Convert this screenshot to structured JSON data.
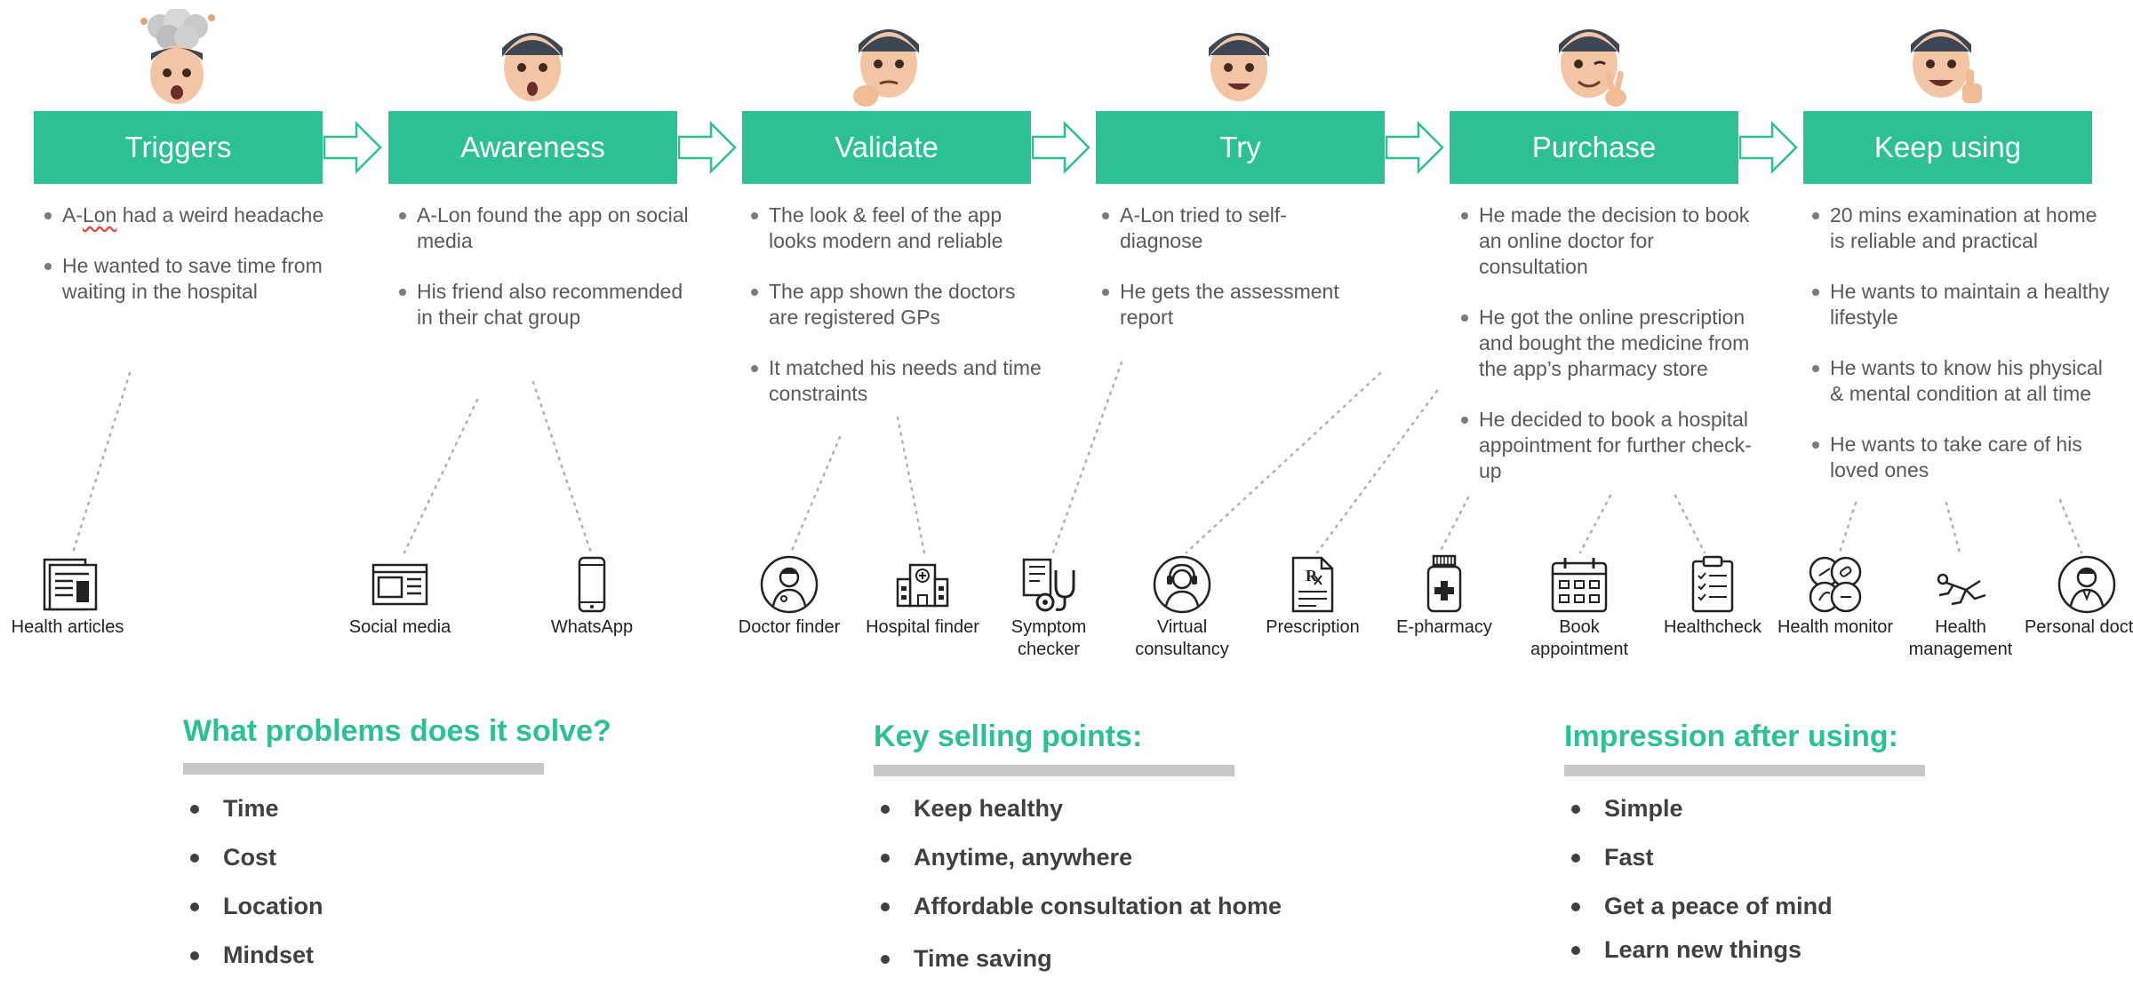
{
  "stages": [
    {
      "title": "Triggers",
      "bullets": [
        {
          "pre": "A-",
          "squiggle": "Lon",
          "post": " had a weird headache"
        },
        {
          "pre": "He wanted to save time from waiting in the hospital",
          "squiggle": "",
          "post": ""
        }
      ]
    },
    {
      "title": "Awareness",
      "bullets": [
        {
          "pre": "A-Lon found the app on social media",
          "squiggle": "",
          "post": ""
        },
        {
          "pre": "His friend also recommended in their chat group",
          "squiggle": "",
          "post": ""
        }
      ]
    },
    {
      "title": "Validate",
      "bullets": [
        {
          "pre": "The look & feel of the app looks modern and reliable",
          "squiggle": "",
          "post": ""
        },
        {
          "pre": "The app shown the doctors are registered GPs",
          "squiggle": "",
          "post": ""
        },
        {
          "pre": "It matched his needs and time constraints",
          "squiggle": "",
          "post": ""
        }
      ]
    },
    {
      "title": "Try",
      "bullets": [
        {
          "pre": "A-Lon tried to self-diagnose",
          "squiggle": "",
          "post": ""
        },
        {
          "pre": "He gets the assessment report",
          "squiggle": "",
          "post": ""
        }
      ]
    },
    {
      "title": "Purchase",
      "bullets": [
        {
          "pre": "He made the decision to book an online doctor for consultation",
          "squiggle": "",
          "post": ""
        },
        {
          "pre": "He got the online prescription and bought the medicine from the app’s pharmacy store",
          "squiggle": "",
          "post": ""
        },
        {
          "pre": "He decided to book a hospital appointment for further check-up",
          "squiggle": "",
          "post": ""
        }
      ]
    },
    {
      "title": "Keep using",
      "bullets": [
        {
          "pre": "20 mins examination at home is reliable and practical",
          "squiggle": "",
          "post": ""
        },
        {
          "pre": "He wants to maintain a healthy lifestyle",
          "squiggle": "",
          "post": ""
        },
        {
          "pre": "He wants to know his physical & mental condition at all time",
          "squiggle": "",
          "post": ""
        },
        {
          "pre": "He wants to take care of his loved ones",
          "squiggle": "",
          "post": ""
        }
      ]
    }
  ],
  "touchpoints": [
    {
      "label": "Health articles",
      "icon": "newspaper-icon"
    },
    {
      "label": "Social media",
      "icon": "website-icon"
    },
    {
      "label": "WhatsApp",
      "icon": "smartphone-icon"
    },
    {
      "label": "Doctor finder",
      "icon": "doctor-icon"
    },
    {
      "label": "Hospital finder",
      "icon": "hospital-icon"
    },
    {
      "label": "Symptom checker",
      "icon": "stethoscope-icon"
    },
    {
      "label": "Virtual consultancy",
      "icon": "headset-agent-icon"
    },
    {
      "label": "Prescription",
      "icon": "prescription-icon"
    },
    {
      "label": "E-pharmacy",
      "icon": "medicine-bottle-icon"
    },
    {
      "label": "Book appointment",
      "icon": "calendar-icon"
    },
    {
      "label": "Healthcheck",
      "icon": "clipboard-icon"
    },
    {
      "label": "Health monitor",
      "icon": "health-monitor-icon"
    },
    {
      "label": "Health management",
      "icon": "stretching-person-icon"
    },
    {
      "label": "Personal doctor",
      "icon": "personal-doctor-icon"
    }
  ],
  "sections": [
    {
      "title": "What problems does it solve?",
      "items": [
        "Time",
        "Cost",
        "Location",
        "Mindset"
      ]
    },
    {
      "title": "Key selling points:",
      "items": [
        "Keep healthy",
        "Anytime, anywhere",
        "Affordable consultation at home",
        "Time saving"
      ]
    },
    {
      "title": "Impression after using:",
      "items": [
        "Simple",
        "Fast",
        "Get a peace of mind",
        "Learn new things"
      ]
    }
  ],
  "colors": {
    "accent": "#2cc194",
    "text": "#595959",
    "bar": "#c8c8c8",
    "connector": "#b0b0b0"
  },
  "avatar_icons": [
    "mind-blown-avatar-icon",
    "surprised-avatar-icon",
    "thinking-avatar-icon",
    "smiling-avatar-icon",
    "peace-sign-avatar-icon",
    "thumbs-up-avatar-icon"
  ]
}
